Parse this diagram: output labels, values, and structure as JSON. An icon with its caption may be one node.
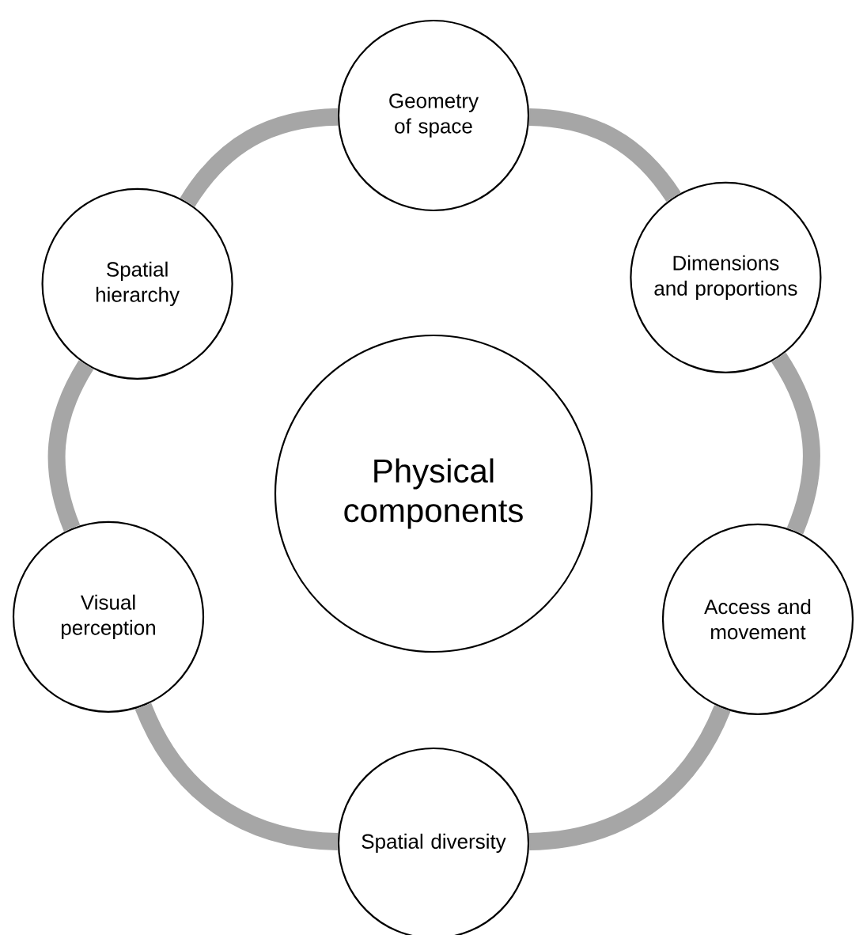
{
  "diagram": {
    "nodes": [
      {
        "text": [
          "Physical components"
        ]
      },
      {
        "text": [
          "Geometry of space"
        ]
      },
      {
        "text": [
          "Dimensions and proportions"
        ]
      },
      {
        "text": [
          "Access and movement"
        ]
      },
      {
        "text": [
          "Spatial diversity"
        ]
      },
      {
        "text": [
          "Visual perception"
        ]
      },
      {
        "text": [
          "Spatial hierarchy"
        ]
      }
    ],
    "edges": [
      {
        "from": 1,
        "to": 2,
        "arrow": "none"
      },
      {
        "from": 2,
        "to": 3,
        "arrow": "none"
      },
      {
        "from": 3,
        "to": 4,
        "arrow": "none"
      },
      {
        "from": 4,
        "to": 5,
        "arrow": "none"
      },
      {
        "from": 5,
        "to": 6,
        "arrow": "none"
      },
      {
        "from": 6,
        "to": 1,
        "arrow": "none"
      }
    ]
  }
}
